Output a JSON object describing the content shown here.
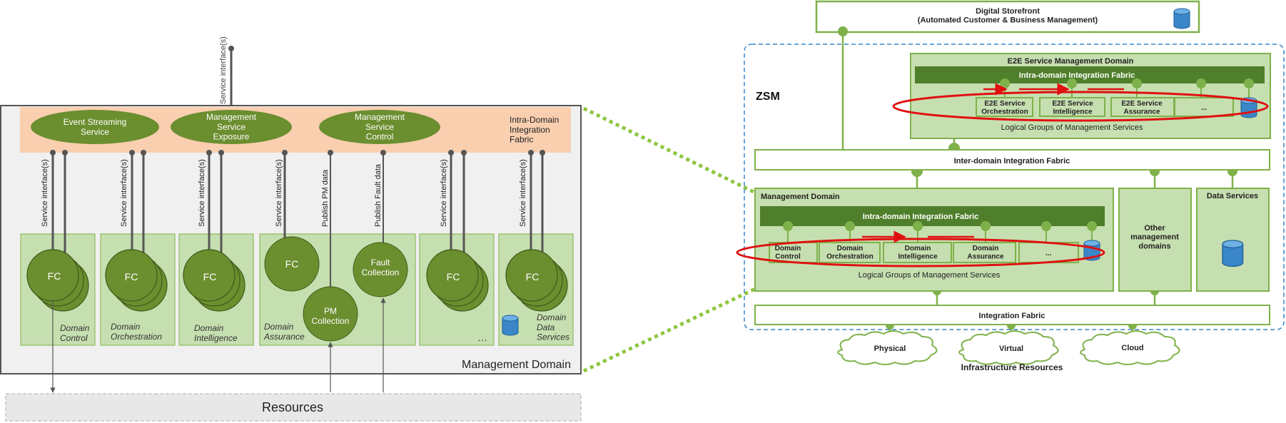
{
  "left": {
    "service_interface_top": "Service interface(s)",
    "top_services": [
      "Event Streaming\nService",
      "Management\nService\nExposure",
      "Management\nService\nControl"
    ],
    "fabric_label": "Intra-Domain\nIntegration\nFabric",
    "vertical_labels": [
      "Service interface(s)",
      "Service interface(s)",
      "Service interface(s)",
      "Service interface(s)",
      "Publish PM data",
      "Publish Fault data",
      "Service interface(s)",
      "Service interface(s)"
    ],
    "fc": "FC",
    "fault_collection": "Fault\nCollection",
    "pm_collection": "PM\nCollection",
    "domains": [
      "Domain\nControl",
      "Domain\nOrchestration",
      "Domain\nIntelligence",
      "Domain\nAssurance",
      "Domain\nData\nServices"
    ],
    "ellipsis": "…",
    "management_domain": "Management Domain",
    "resources": "Resources"
  },
  "right": {
    "storefront": "Digital Storefront\n(Automated Customer & Business Management)",
    "zsm": "ZSM",
    "e2e_domain": "E2E Service Management Domain",
    "intra_fabric": "Intra-domain  Integration Fabric",
    "e2e_services": [
      "E2E Service\nOrchestration",
      "E2E Service\nIntelligence",
      "E2E Service\nAssurance",
      "..."
    ],
    "logical_groups": "Logical Groups of Management Services",
    "inter_fabric": "Inter-domain Integration Fabric",
    "management_domain": "Management Domain",
    "md_services": [
      "Domain\nControl",
      "Domain\nOrchestration",
      "Domain\nIntelligence",
      "Domain\nAssurance",
      "..."
    ],
    "other_domains": "Other\nmanagement\ndomains",
    "data_services": "Data Services",
    "integration_fabric": "Integration Fabric",
    "clouds": [
      "Physical",
      "Virtual",
      "Cloud"
    ],
    "infrastructure": "Infrastructure Resources"
  },
  "colors": {
    "olive": "#6b8e2f",
    "light_green": "#c6dfb0",
    "dark_green": "#4f7f2a",
    "box_border": "#7fb14a",
    "peach": "#f9cfb0",
    "red": "#e01010",
    "cylinder": "#3a86c8"
  }
}
